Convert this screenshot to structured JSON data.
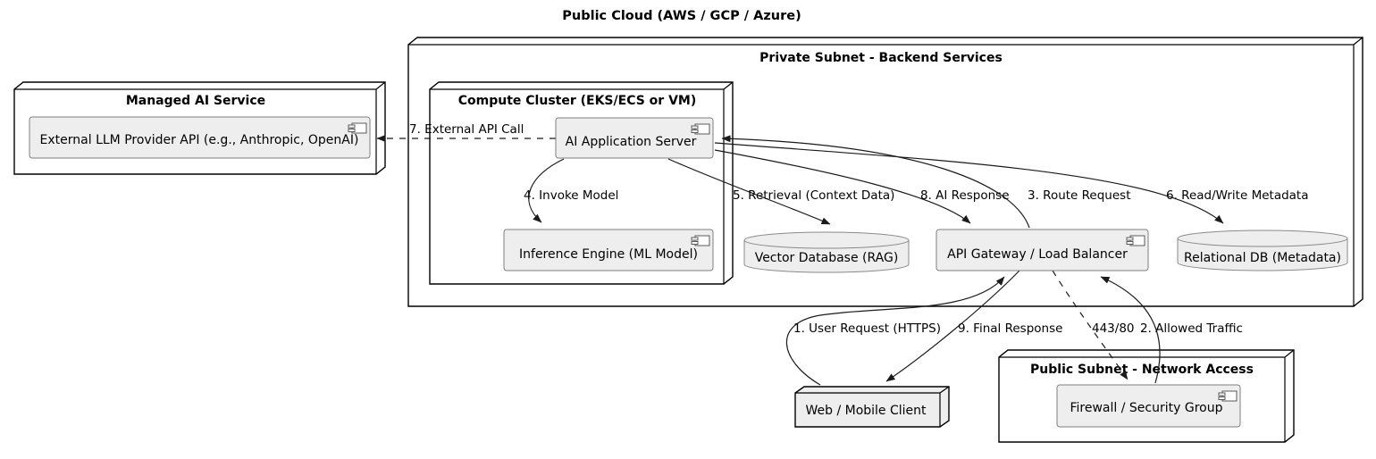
{
  "diagram": {
    "title": "Public Cloud (AWS / GCP / Azure)",
    "colors": {
      "background": "#ffffff",
      "node_fill": "#ffffff",
      "node_border": "#000000",
      "component_fill": "#eeeeee",
      "component_border": "#7f7f7f",
      "edge_line": "#1b1b1b",
      "text": "#000000"
    },
    "nodes": {
      "private_subnet": {
        "label": "Private Subnet - Backend Services"
      },
      "managed_ai": {
        "label": "Managed AI Service"
      },
      "compute_cluster": {
        "label": "Compute Cluster (EKS/ECS or VM)"
      },
      "public_subnet": {
        "label": "Public Subnet - Network Access"
      },
      "web_client": {
        "label": "Web / Mobile Client"
      }
    },
    "components": {
      "external_llm": {
        "label": "External LLM Provider API (e.g., Anthropic, OpenAI)"
      },
      "ai_app_server": {
        "label": "AI Application Server"
      },
      "inference_engine": {
        "label": "Inference Engine (ML Model)"
      },
      "api_gateway": {
        "label": "API Gateway / Load Balancer"
      },
      "firewall": {
        "label": "Firewall / Security Group"
      }
    },
    "databases": {
      "vector_db": {
        "label": "Vector Database (RAG)"
      },
      "relational_db": {
        "label": "Relational DB (Metadata)"
      }
    },
    "edges": {
      "user_request": {
        "label": "1. User Request (HTTPS)",
        "style": "solid"
      },
      "allowed_traffic": {
        "label": "2. Allowed Traffic",
        "style": "solid"
      },
      "route_request": {
        "label": "3. Route Request",
        "style": "solid"
      },
      "invoke_model": {
        "label": "4. Invoke Model",
        "style": "solid"
      },
      "retrieval": {
        "label": "5. Retrieval (Context Data)",
        "style": "solid"
      },
      "read_write_metadata": {
        "label": "6. Read/Write Metadata",
        "style": "solid"
      },
      "external_api_call": {
        "label": "7. External API Call",
        "style": "dashed"
      },
      "ai_response": {
        "label": "8. AI Response",
        "style": "solid"
      },
      "final_response": {
        "label": "9. Final Response",
        "style": "solid"
      },
      "port": {
        "label": "443/80",
        "style": "dashed"
      }
    }
  }
}
